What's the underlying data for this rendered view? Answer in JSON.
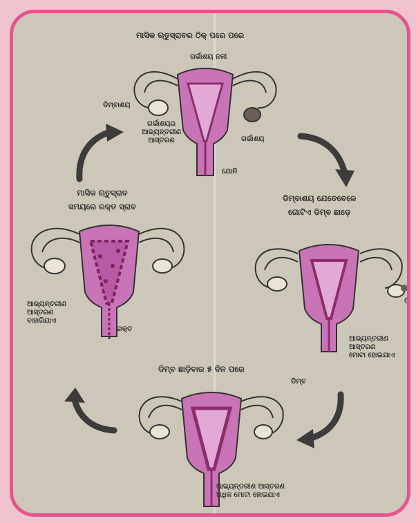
{
  "colors": {
    "border": "#e3558d",
    "background": "#ccc7b8",
    "uterus_fill": "#c974b7",
    "lining": "#8c2e6b",
    "arrow": "#3c3c3c"
  },
  "stages": {
    "top": {
      "title": "ମାସିକ ଋତୁସ୍ରାବର ଠିକ୍ ପରେ ପରେ",
      "labels": {
        "uterine_cavity": "ଗର୍ଭାଶୟ ନଳୀ",
        "ovary": "ଡିମ୍ବାଶୟ",
        "lining": "ଗର୍ଭାଶୟର\nଆଭ୍ୟନ୍ତରୀଣ\nଆସ୍ତରଣ",
        "uterus": "ଗର୍ଭାଶୟ",
        "cervix": "ଯୋନି"
      }
    },
    "right": {
      "title": "ଡିମ୍ବାଶୟ ଯେତେବେଳେ\nଗୋଟିଏ ଡିମ୍ବ ଛାଡ଼େ",
      "labels": {
        "egg": "ଡିମ୍ବ",
        "lining": "ଆଭ୍ୟନ୍ତରୀଣ\nଆସ୍ତରଣ\nମୋଟା ହୋଇଯାଏ"
      }
    },
    "bottom": {
      "title": "ଡିମ୍ବ ଛାଡ଼ିବାର ୫ ଦିନ ପରେ",
      "labels": {
        "egg": "ଡିମ୍ବ",
        "lining": "ଆଭ୍ୟନ୍ତରୀଣ ଆସ୍ତରଣ\nଅଧିକ ମୋଟା ହୋଇଯାଏ"
      }
    },
    "left": {
      "title": "ମାସିକ ଋତୁସ୍ରାବ\nସମୟରେ ରକ୍ତ ସ୍ରାବ",
      "labels": {
        "lining": "ଆଭ୍ୟନ୍ତରୀଣ\nଆସ୍ତରଣ\nବାହାରିଯାଏ",
        "blood": "ରକ୍ତ"
      }
    }
  }
}
